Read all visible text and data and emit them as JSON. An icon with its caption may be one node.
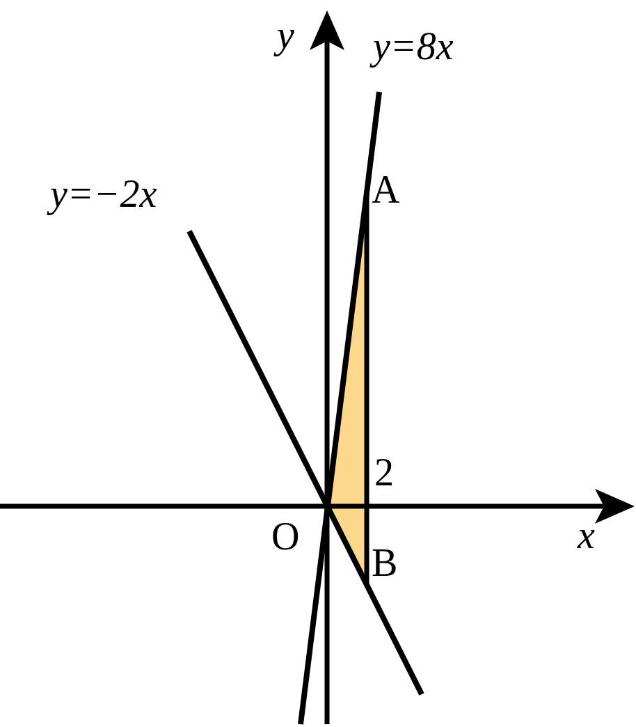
{
  "diagram": {
    "labels": [
      "y",
      "y=8x",
      "y=−2x",
      "A",
      "2",
      "O",
      "B",
      "x"
    ]
  }
}
